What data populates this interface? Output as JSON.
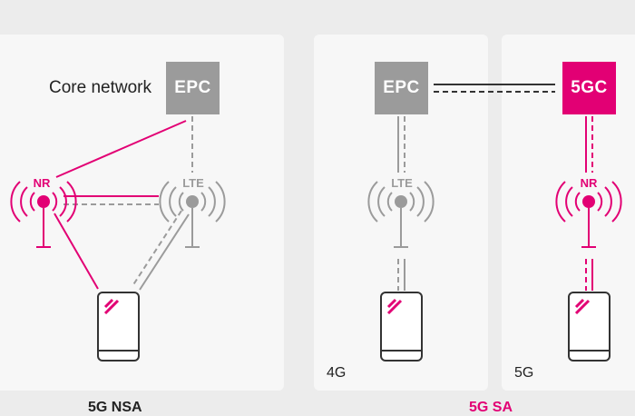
{
  "colors": {
    "magenta": "#e20074",
    "gray": "#9b9b9b",
    "panel": "#f7f7f7",
    "background": "#ececec"
  },
  "panels": {
    "nsa": {
      "core_label": "Core network",
      "core_node": "EPC",
      "antenna_nr": "NR",
      "antenna_lte": "LTE",
      "title": "5G NSA"
    },
    "sa_4g": {
      "core_node": "EPC",
      "antenna": "LTE",
      "label": "4G"
    },
    "sa_5g": {
      "core_node": "5GC",
      "antenna": "NR",
      "label": "5G"
    },
    "sa_title": "5G SA"
  },
  "icons": [
    "antenna-icon",
    "phone-icon"
  ]
}
